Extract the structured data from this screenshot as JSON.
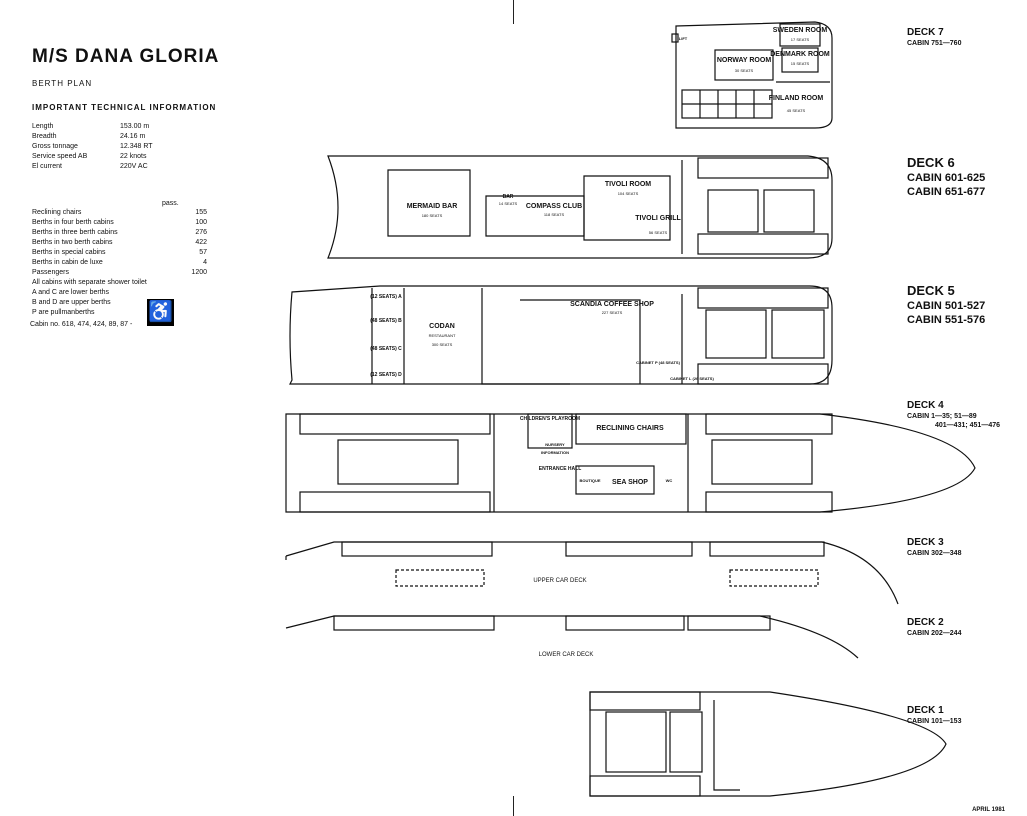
{
  "title": "M/S DANA GLORIA",
  "subtitle": "BERTH PLAN",
  "info_heading": "IMPORTANT TECHNICAL INFORMATION",
  "specs": [
    {
      "label": "Length",
      "value": "153.00 m"
    },
    {
      "label": "Breadth",
      "value": "24.16 m"
    },
    {
      "label": "Gross tonnage",
      "value": "12.348 RT"
    },
    {
      "label": "Service speed AB",
      "value": "22 knots"
    },
    {
      "label": "El current",
      "value": "220V AC"
    }
  ],
  "pass_heading": "pass.",
  "berths": [
    {
      "label": "Reclining chairs",
      "value": "155"
    },
    {
      "label": "Berths in four berth cabins",
      "value": "100"
    },
    {
      "label": "Berths in three berth cabins",
      "value": "276"
    },
    {
      "label": "Berths in two berth cabins",
      "value": "422"
    },
    {
      "label": "Berths in special cabins",
      "value": "57"
    },
    {
      "label": "Berths in cabin de luxe",
      "value": "4"
    },
    {
      "label": "Passengers",
      "value": "1200"
    },
    {
      "label": "All cabins with separate shower toilet",
      "value": ""
    },
    {
      "label": "A and C are lower berths",
      "value": ""
    },
    {
      "label": "B and D are upper berths",
      "value": ""
    },
    {
      "label": "P are pullmanberths",
      "value": ""
    }
  ],
  "cabin_note": "Cabin no. 618, 474, 424, 89, 87  -",
  "handicap_icon": "wheelchair-icon",
  "decks": [
    {
      "name": "DECK 7",
      "cabins": [
        "CABIN 751—760"
      ]
    },
    {
      "name": "DECK 6",
      "cabins": [
        "CABIN 601-625",
        "CABIN 651-677"
      ]
    },
    {
      "name": "DECK 5",
      "cabins": [
        "CABIN 501-527",
        "CABIN 551-576"
      ]
    },
    {
      "name": "DECK 4",
      "cabins": [
        "CABIN 1—35; 51—89",
        "401—431; 451—476"
      ]
    },
    {
      "name": "DECK 3",
      "cabins": [
        "CABIN 302—348"
      ]
    },
    {
      "name": "DECK 2",
      "cabins": [
        "CABIN 202—244"
      ]
    },
    {
      "name": "DECK 1",
      "cabins": [
        "CABIN 101—153"
      ]
    }
  ],
  "plan_labels": {
    "deck7": {
      "sweden": "SWEDEN ROOM",
      "sweden_seats": "17 SEATS",
      "denmark": "DENMARK ROOM",
      "denmark_seats": "15 SEATS",
      "norway": "NORWAY ROOM",
      "norway_seats": "30 SEATS",
      "finland": "FINLAND ROOM",
      "finland_seats": "45 SEATS"
    },
    "deck6": {
      "mermaid": "MERMAID BAR",
      "mermaid_seats": "180 SEATS",
      "bar": "BAR",
      "bar_seats": "14 SEATS",
      "compass": "COMPASS CLUB",
      "compass_seats": "118 SEATS",
      "tivoli_room": "TIVOLI ROOM",
      "tivoli_room_seats": "104 SEATS",
      "tivoli_grill": "TIVOLI GRILL",
      "tivoli_grill_seats": "56 SEATS"
    },
    "deck5": {
      "codan": "CODAN",
      "codan_sub": "RESTAURANT",
      "codan_seats": "300 SEATS",
      "scandia": "SCANDIA COFFEE SHOP",
      "scandia_seats": "227 SEATS",
      "a": "(12 SEATS) A",
      "b": "(48 SEATS) B",
      "c": "(48 SEATS) C",
      "d": "(12 SEATS) D",
      "cabinet_p": "CABINET P (48 SEATS)",
      "cabinet_l": "CABINET L (26 SEATS)"
    },
    "deck4": {
      "childrens": "CHILDREN'S PLAYROOM",
      "nursery": "NURSERY",
      "information": "INFORMATION",
      "reclining": "RECLINING CHAIRS",
      "entrance": "ENTRANCE HALL",
      "seashop": "SEA SHOP",
      "bounty": "BOUTIQUE",
      "wc": "WC"
    },
    "deck3": {
      "car": "UPPER CAR DECK"
    },
    "deck2": {
      "car": "LOWER CAR DECK"
    },
    "lift": "LIFT"
  },
  "date": "APRIL 1981"
}
